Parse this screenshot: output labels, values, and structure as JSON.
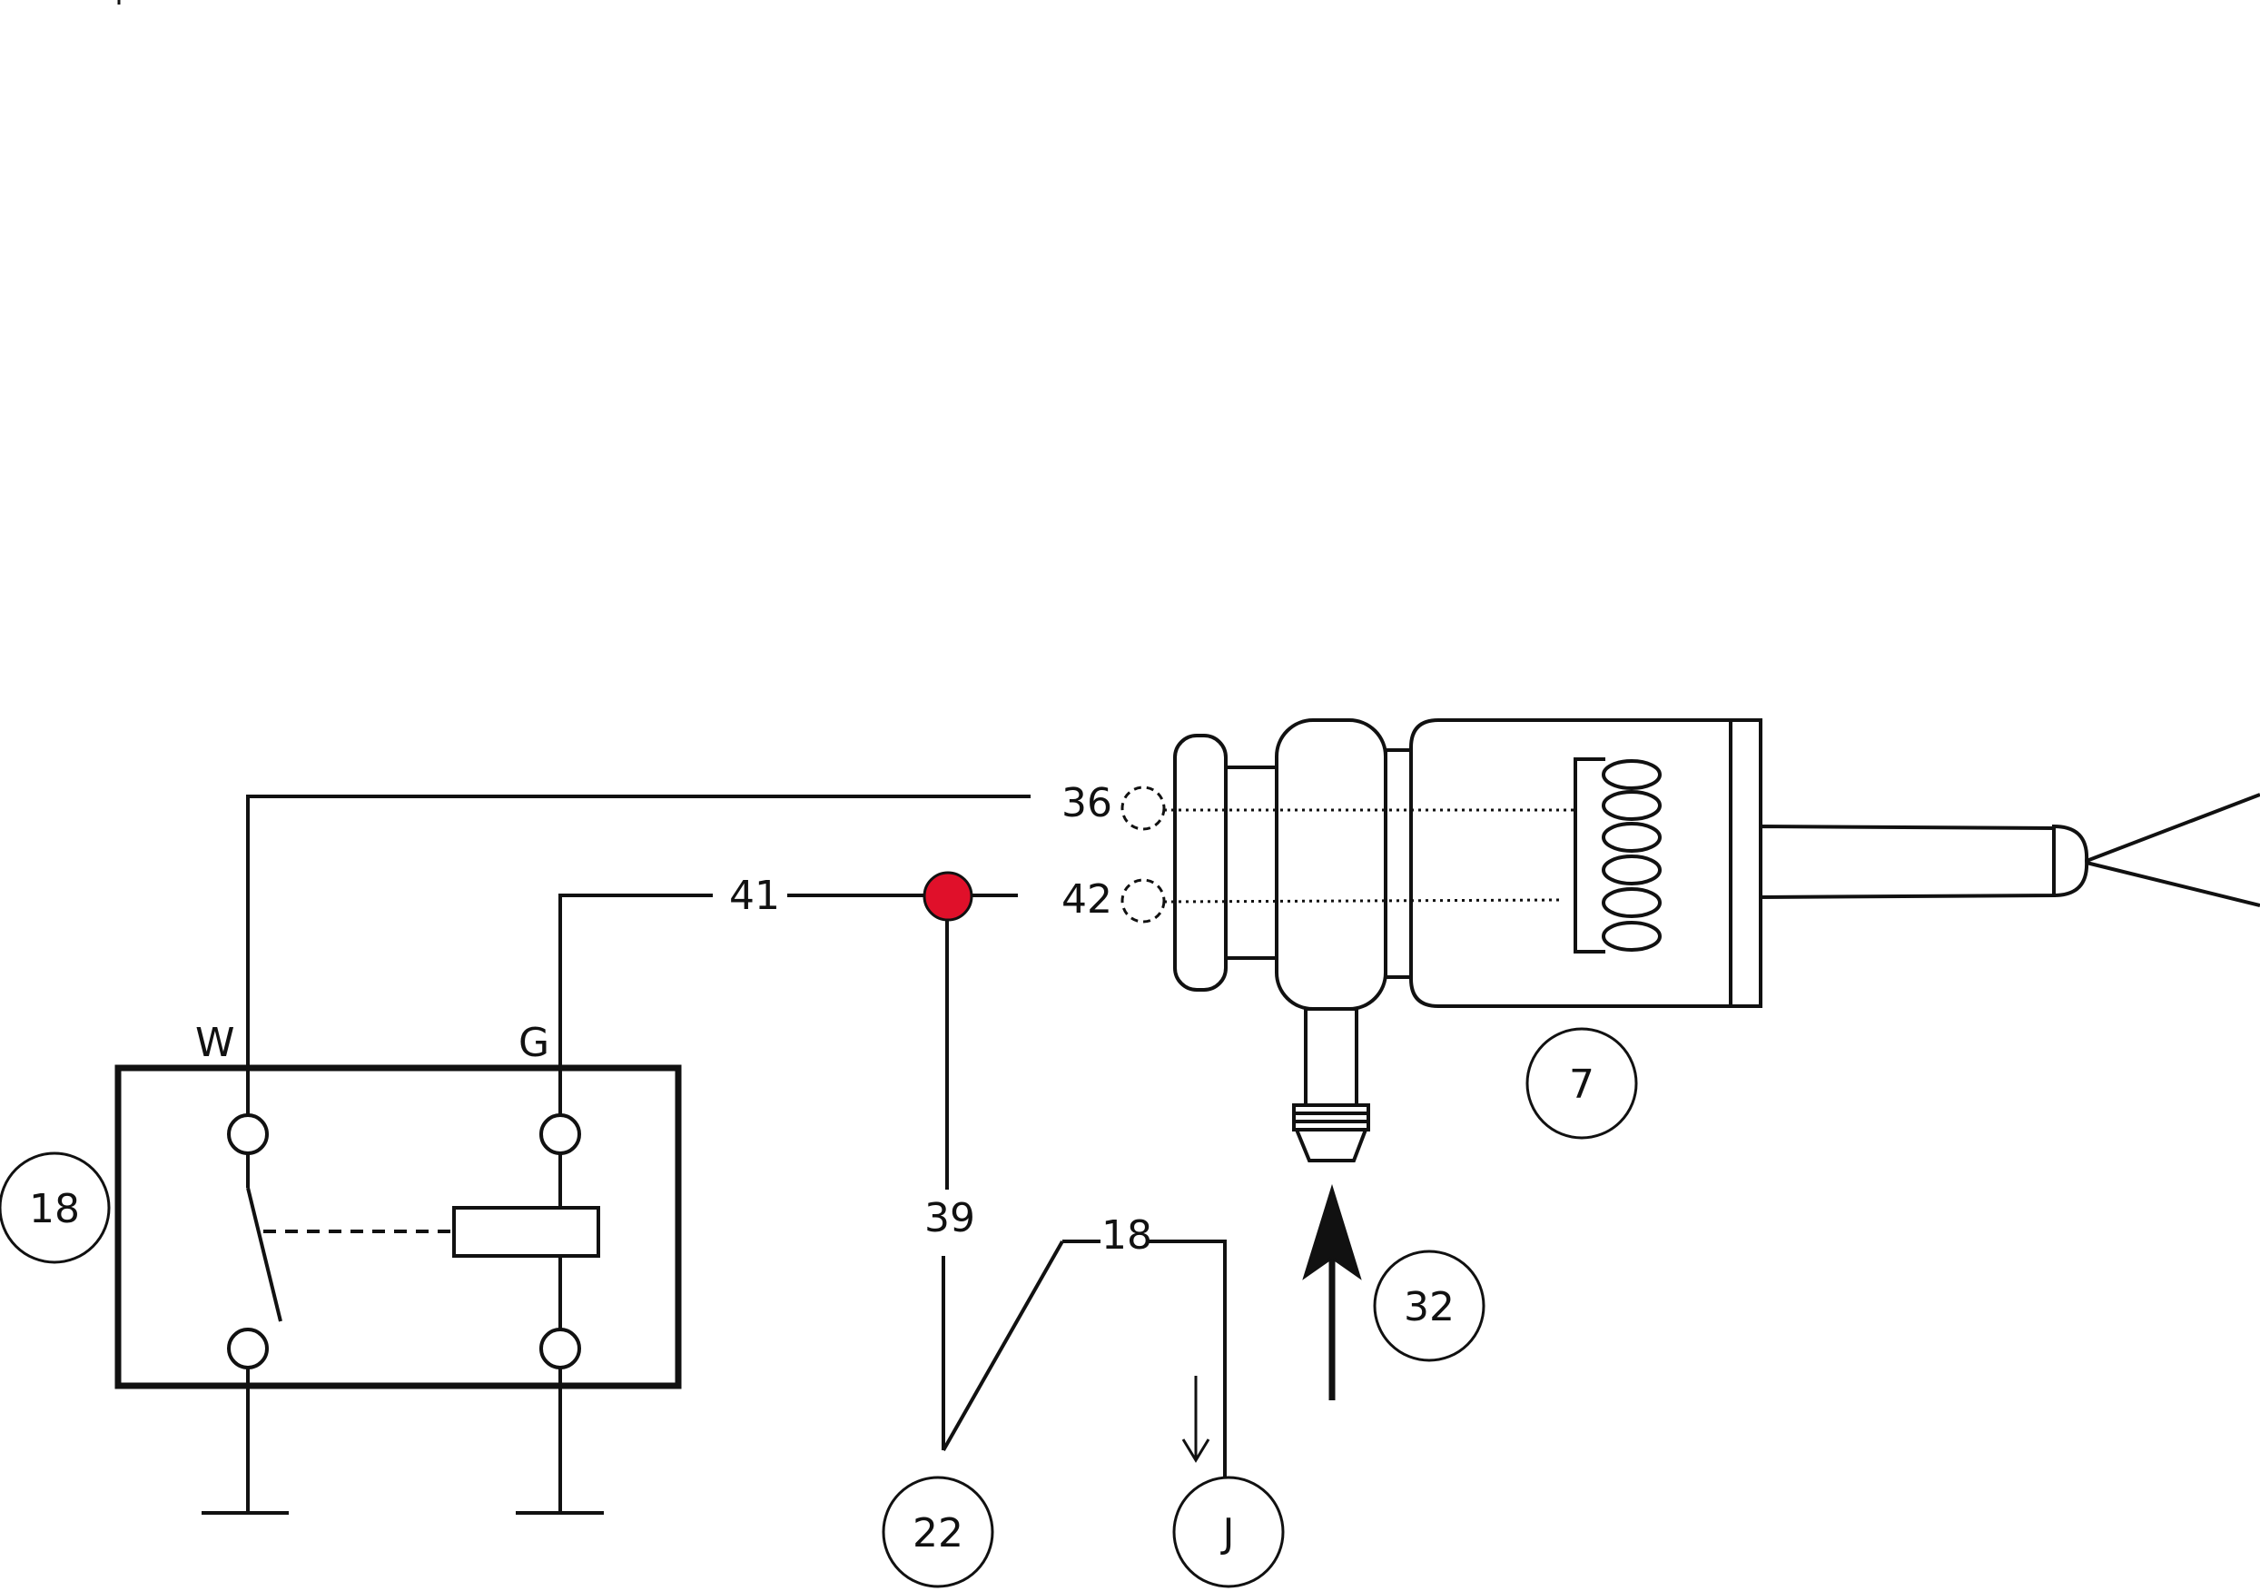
{
  "wire_labels": {
    "w36": "36",
    "w41": "41",
    "w42": "42",
    "w39": "39",
    "w18": "18"
  },
  "terminal_labels": {
    "relay_switch": "W",
    "relay_coil": "G"
  },
  "callouts": {
    "relay": "18",
    "switch": "22",
    "junction": "J",
    "airflow": "32",
    "valve": "7"
  },
  "colors": {
    "splice_dot": "#e0102a"
  }
}
